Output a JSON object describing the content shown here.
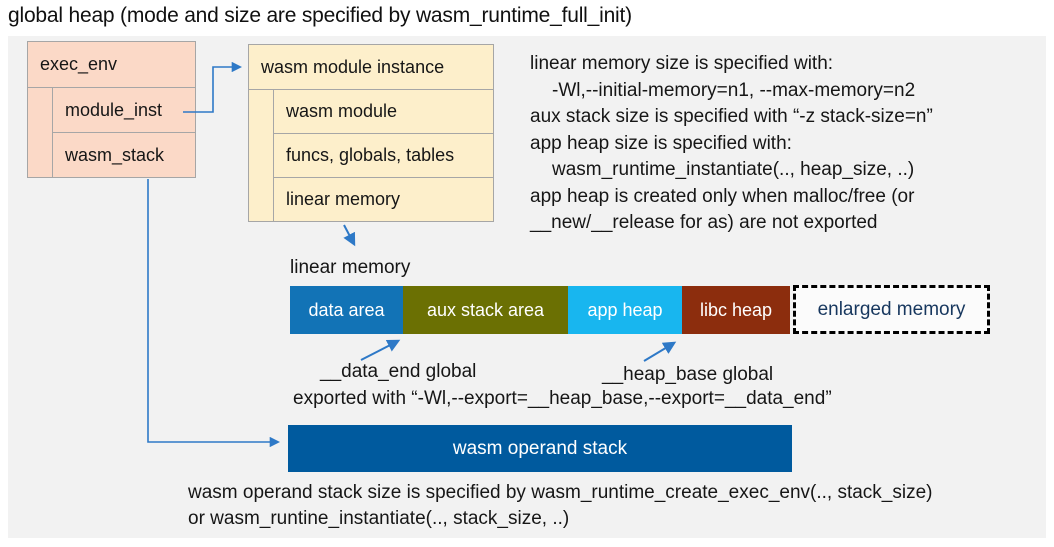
{
  "title": "global heap (mode and size are specified by wasm_runtime_full_init)",
  "colors": {
    "panel_bg": "#f2f2f2",
    "exec_env_fill": "#fbd9c7",
    "module_fill": "#fdefcb",
    "data_area": "#1273b6",
    "aux_stack": "#6b7003",
    "app_heap": "#18b6ef",
    "libc_heap": "#8c2d0d",
    "operand_stack": "#005a9e",
    "enlarged_text": "#17375e",
    "arrow": "#2e79c7"
  },
  "exec_env": {
    "title": "exec_env",
    "rows": [
      {
        "label": "module_inst"
      },
      {
        "label": "wasm_stack"
      }
    ]
  },
  "module_instance": {
    "title": "wasm module instance",
    "rows": [
      {
        "label": "wasm module"
      },
      {
        "label": "funcs, globals, tables"
      },
      {
        "label": "linear memory"
      }
    ]
  },
  "notes": {
    "lines": [
      "linear memory size is specified with:",
      "-Wl,--initial-memory=n1, --max-memory=n2",
      "aux stack size is specified with “-z stack-size=n”",
      "app heap size is specified with:",
      "wasm_runtime_instantiate(.., heap_size, ..)",
      "app heap is created only when malloc/free (or",
      "__new/__release for as) are not exported"
    ]
  },
  "linear_memory": {
    "label": "linear memory",
    "segments": [
      {
        "label": "data area"
      },
      {
        "label": "aux stack area"
      },
      {
        "label": "app heap"
      },
      {
        "label": "libc heap"
      },
      {
        "label": "enlarged memory"
      }
    ]
  },
  "annotations": {
    "data_end": "__data_end global",
    "heap_base": "__heap_base global",
    "exported": "exported with “-Wl,--export=__heap_base,--export=__data_end”"
  },
  "operand_stack": {
    "label": "wasm operand stack",
    "note_line1": "wasm operand stack size is specified by wasm_runtime_create_exec_env(.., stack_size)",
    "note_line2": "or wasm_runtine_instantiate(.., stack_size, ..)"
  }
}
